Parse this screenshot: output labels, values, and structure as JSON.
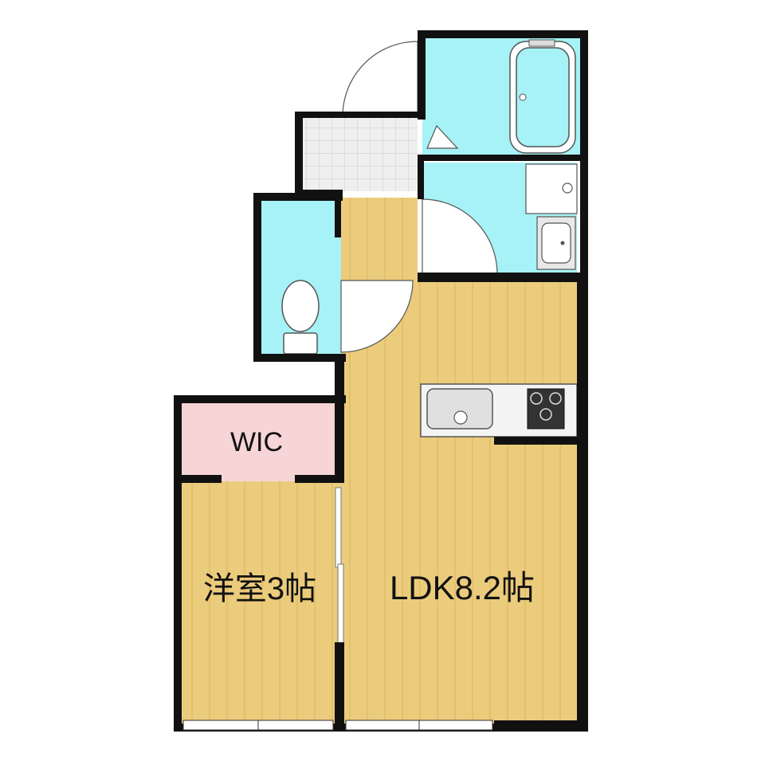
{
  "floorplan": {
    "rooms": {
      "wic": {
        "label": "WIC"
      },
      "western_room": {
        "label": "洋室3帖"
      },
      "ldk": {
        "label": "LDK8.2帖"
      }
    },
    "colors": {
      "wall": "#111111",
      "wood_floor": "#ebcc7c",
      "wood_line": "#e3bf66",
      "water_area": "#a6f2f6",
      "wic_floor": "#f7d4d6",
      "entrance_tile": "#eeeeee",
      "tile_line": "#c9c9c9",
      "fixture": "#e8e8e8",
      "fixture_edge": "#555555"
    }
  }
}
